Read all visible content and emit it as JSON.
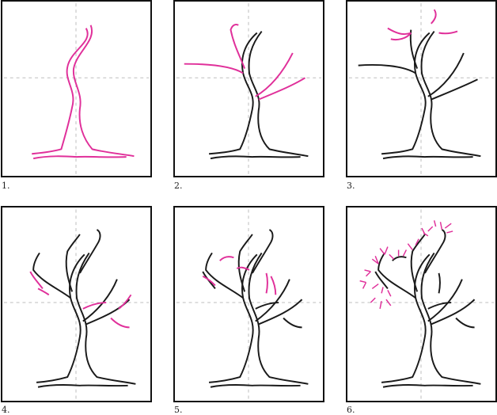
{
  "steps": [
    {
      "label": "1."
    },
    {
      "label": "2."
    },
    {
      "label": "3."
    },
    {
      "label": "4."
    },
    {
      "label": "5."
    },
    {
      "label": "6."
    }
  ],
  "colors": {
    "new_line": "#e0309a",
    "existing_line": "#1a1a1a",
    "guide": "#bdbdbd",
    "frame": "#111111"
  }
}
